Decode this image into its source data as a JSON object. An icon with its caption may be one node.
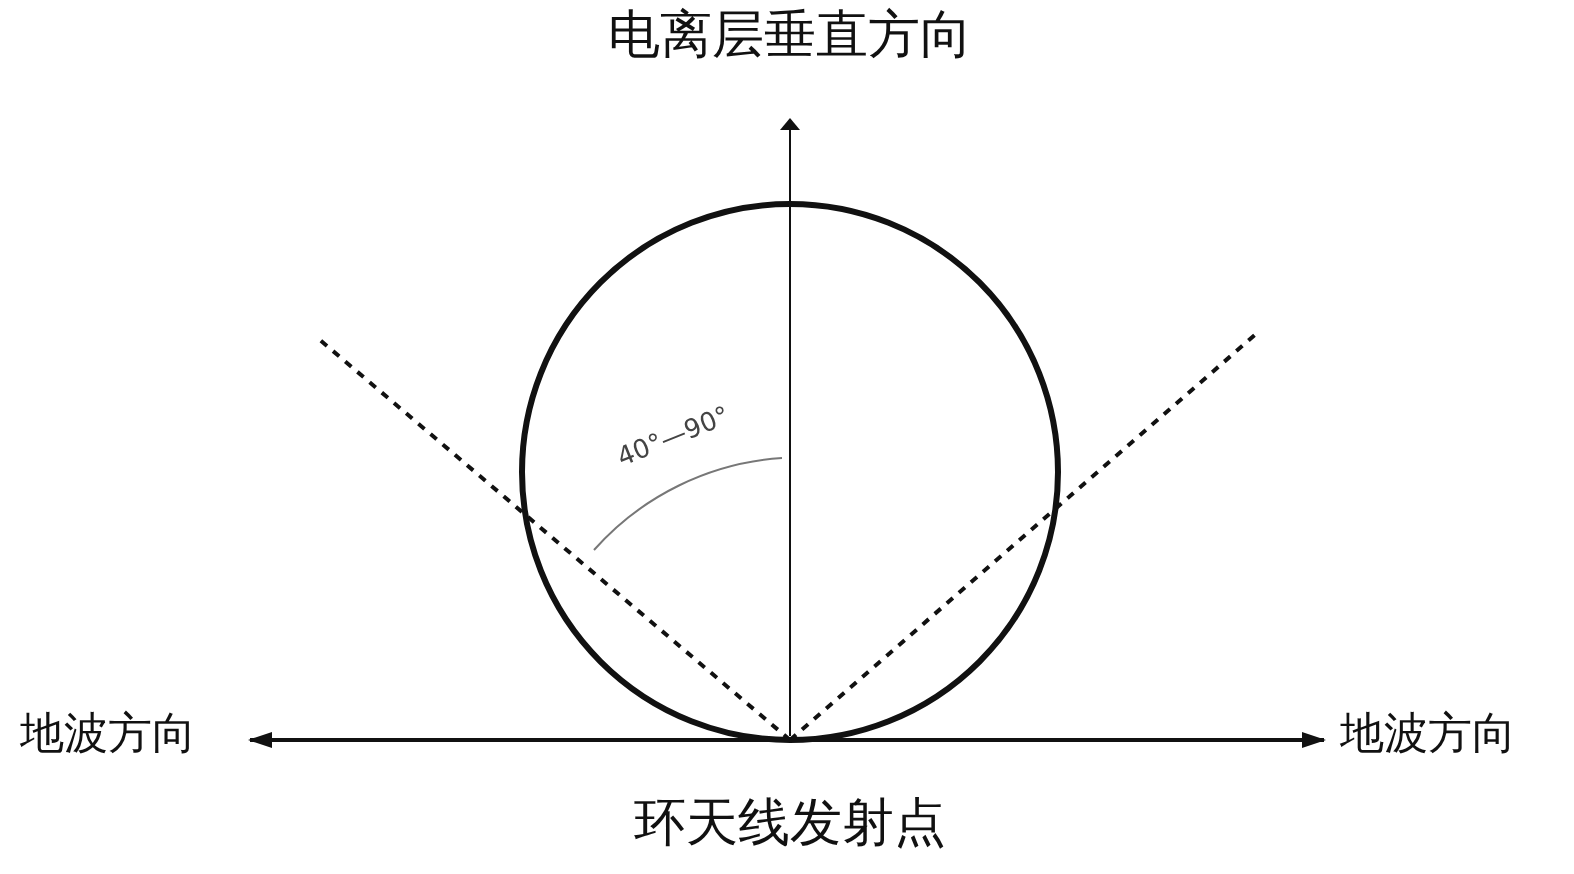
{
  "diagram": {
    "nodes": [
      {
        "text": [
          "电离层垂直方向"
        ]
      },
      {
        "text": [
          "地波方向"
        ]
      },
      {
        "text": [
          "地波方向"
        ]
      }
    ],
    "edges": [
      {
        "from": null,
        "to": 0,
        "arrow": "to"
      },
      {
        "from": null,
        "to": 1,
        "arrow": "to"
      },
      {
        "from": null,
        "to": 2,
        "arrow": "to"
      }
    ],
    "labels": [
      "40°—90°",
      "环天线发射点"
    ]
  }
}
